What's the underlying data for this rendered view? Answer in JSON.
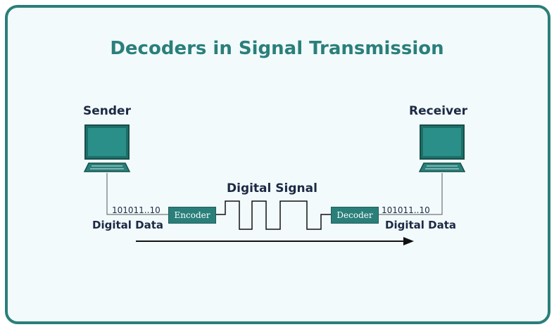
{
  "title": "Decoders in Signal Transmission",
  "sender": {
    "label": "Sender",
    "icon": "computer-icon"
  },
  "receiver": {
    "label": "Receiver",
    "icon": "computer-icon"
  },
  "signal": {
    "label": "Digital Signal"
  },
  "encoder": {
    "label": "Encoder"
  },
  "decoder": {
    "label": "Decoder"
  },
  "data_left": {
    "bits": "101011..10",
    "label": "Digital Data"
  },
  "data_right": {
    "bits": "101011..10",
    "label": "Digital Data"
  },
  "colors": {
    "accent": "#2a7f7a",
    "text": "#1c2a44",
    "background": "#f2fafc"
  }
}
